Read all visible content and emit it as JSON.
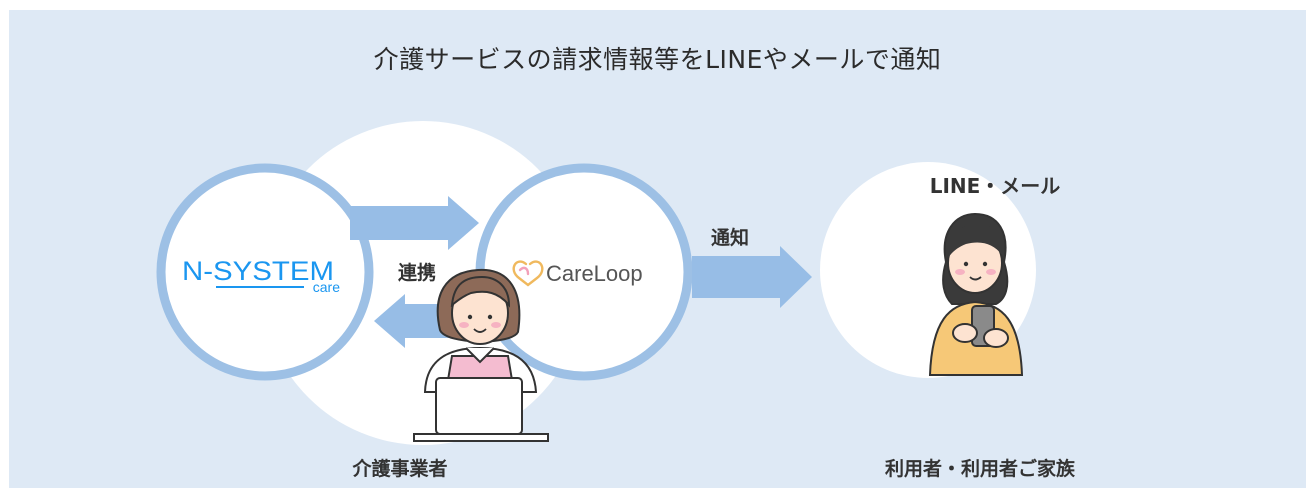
{
  "header": {
    "title": "介護サービスの請求情報等をLINEやメールで通知"
  },
  "diagram": {
    "nsystem": {
      "logo_main": "N-SYSTEM",
      "logo_sub": "care"
    },
    "careloop": {
      "logo_text": "CareLoop"
    },
    "link_label": "連携",
    "notify_label": "通知",
    "channel_label": "LINE・メール",
    "provider_label": "介護事業者",
    "users_label": "利用者・利用者ご家族"
  },
  "colors": {
    "background": "#dee9f5",
    "circle_fill": "#ffffff",
    "circle_ring": "#9dc0e5",
    "arrow": "#97bde6",
    "logo_blue": "#1a96f0",
    "careloop_icon": "#f0b95e",
    "sweater": "#f6c877"
  }
}
